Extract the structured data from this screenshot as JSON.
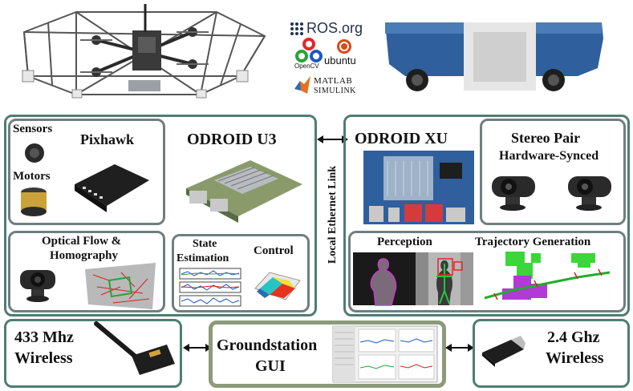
{
  "software_logos": {
    "ros": "ROS.org",
    "opencv": "OpenCV",
    "ubuntu": "ubuntu",
    "matlab": "MATLAB",
    "simulink": "SIMULINK"
  },
  "left_unit": {
    "title": "ODROID U3",
    "pixhawk_box": {
      "sensors": "Sensors",
      "motors": "Motors",
      "pixhawk": "Pixhawk"
    },
    "optical_flow_box": {
      "title_line1": "Optical Flow &",
      "title_line2": "Homography"
    },
    "state_box": {
      "state_line1": "State",
      "state_line2": "Estimation",
      "control": "Control"
    }
  },
  "link_label": "Local Ethernet Link",
  "right_unit": {
    "title": "ODROID XU",
    "stereo_box": {
      "title": "Stereo Pair",
      "subtitle": "Hardware-Synced"
    },
    "perception_box": {
      "perception": "Perception",
      "trajectory": "Trajectory Generation"
    }
  },
  "bottom": {
    "wireless_433_line1": "433 Mhz",
    "wireless_433_line2": "Wireless",
    "groundstation_line1": "Groundstation",
    "groundstation_line2": "GUI",
    "wireless_24_line1": "2.4 Ghz",
    "wireless_24_line2": "Wireless"
  },
  "colors": {
    "outer_border": "#4f7d72",
    "inner_border": "#6f7f80",
    "ground_border": "#8d9a7a",
    "stereo_housing": "#2f5f9c"
  }
}
